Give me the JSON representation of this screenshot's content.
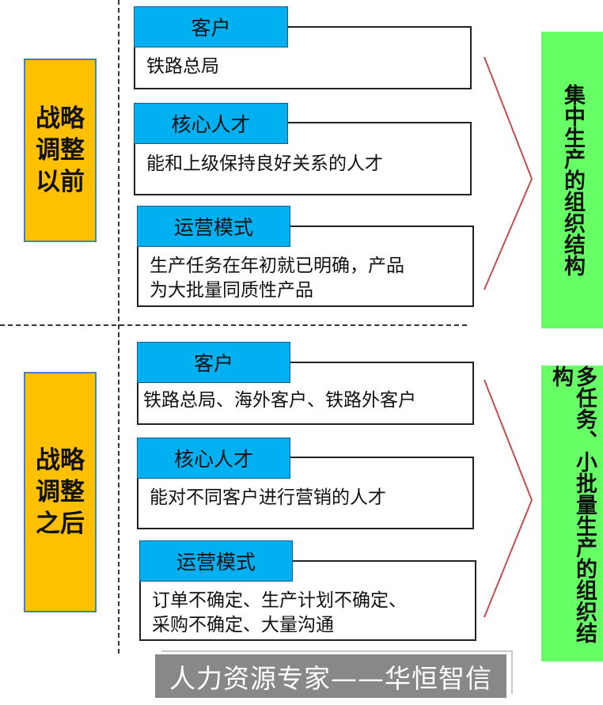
{
  "before": {
    "phase_label": [
      "战略",
      "调整",
      "以前"
    ],
    "customer": {
      "tab": "客户",
      "desc": "铁路总局"
    },
    "talent": {
      "tab": "核心人才",
      "desc": "能和上级保持良好关系的人才"
    },
    "operation": {
      "tab": "运营模式",
      "desc_lines": [
        "生产任务在年初就已明确，产品",
        "为大批量同质性产品"
      ]
    },
    "result": "集中生产的组织结构"
  },
  "after": {
    "phase_label": [
      "战略",
      "调整",
      "之后"
    ],
    "customer": {
      "tab": "客户",
      "desc": "铁路总局、海外客户、铁路外客户"
    },
    "talent": {
      "tab": "核心人才",
      "desc": "能对不同客户进行营销的人才"
    },
    "operation": {
      "tab": "运营模式",
      "desc_lines": [
        "订单不确定、生产计划不确定、",
        "采购不确定、大量沟通"
      ]
    },
    "result": "多任务、小批量生产的组织结构"
  },
  "footer": "人力资源专家——华恒智信",
  "colors": {
    "phase": "#ffc000",
    "tab": "#00b0f0",
    "result": "#66ff66",
    "footer": "#888888",
    "arrow": "#c0504d"
  }
}
